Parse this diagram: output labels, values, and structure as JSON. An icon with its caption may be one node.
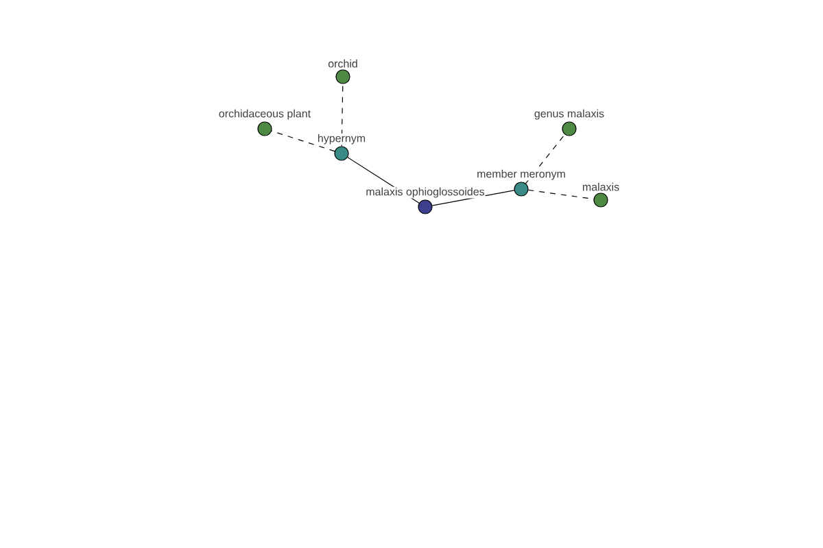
{
  "diagram": {
    "nodes": [
      {
        "text": [
          "malaxis ophioglossoides"
        ]
      },
      {
        "text": [
          "hypernym"
        ]
      },
      {
        "text": [
          "orchid"
        ]
      },
      {
        "text": [
          "orchidaceous plant"
        ]
      },
      {
        "text": [
          "member meronym"
        ]
      },
      {
        "text": [
          "genus malaxis"
        ]
      },
      {
        "text": [
          "malaxis"
        ]
      }
    ],
    "edges": [
      {
        "from": 0,
        "to": 1,
        "arrow": "none"
      },
      {
        "from": 0,
        "to": 4,
        "arrow": "none"
      },
      {
        "from": 1,
        "to": 2,
        "arrow": "none",
        "style": "dashed"
      },
      {
        "from": 1,
        "to": 3,
        "arrow": "none",
        "style": "dashed"
      },
      {
        "from": 4,
        "to": 5,
        "arrow": "none",
        "style": "dashed"
      },
      {
        "from": 4,
        "to": 6,
        "arrow": "none",
        "style": "dashed"
      }
    ]
  }
}
